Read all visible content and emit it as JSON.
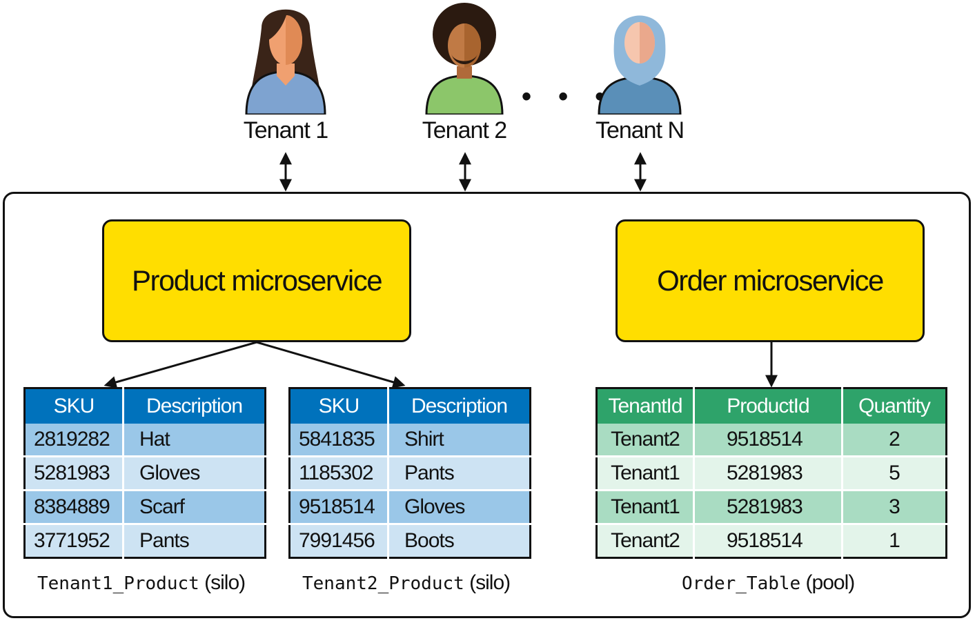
{
  "tenants": [
    {
      "label": "Tenant 1"
    },
    {
      "label": "Tenant 2"
    },
    {
      "label": "Tenant N"
    }
  ],
  "ellipsis": "• • •",
  "services": {
    "product": "Product microservice",
    "order": "Order microservice"
  },
  "tables": {
    "tenant1": {
      "headers": [
        "SKU",
        "Description"
      ],
      "rows": [
        [
          "2819282",
          "Hat"
        ],
        [
          "5281983",
          "Gloves"
        ],
        [
          "8384889",
          "Scarf"
        ],
        [
          "3771952",
          "Pants"
        ]
      ],
      "caption_name": "Tenant1_Product",
      "caption_suffix": "(silo)"
    },
    "tenant2": {
      "headers": [
        "SKU",
        "Description"
      ],
      "rows": [
        [
          "5841835",
          "Shirt"
        ],
        [
          "1185302",
          "Pants"
        ],
        [
          "9518514",
          "Gloves"
        ],
        [
          "7991456",
          "Boots"
        ]
      ],
      "caption_name": "Tenant2_Product",
      "caption_suffix": "(silo)"
    },
    "order": {
      "headers": [
        "TenantId",
        "ProductId",
        "Quantity"
      ],
      "rows": [
        [
          "Tenant2",
          "9518514",
          "2"
        ],
        [
          "Tenant1",
          "5281983",
          "5"
        ],
        [
          "Tenant1",
          "5281983",
          "3"
        ],
        [
          "Tenant2",
          "9518514",
          "1"
        ]
      ],
      "caption_name": "Order_Table",
      "caption_suffix": "(pool)"
    }
  },
  "colors": {
    "service_fill": "#ffde00",
    "silo_header": "#0072bc",
    "pool_header": "#2ea36a"
  }
}
